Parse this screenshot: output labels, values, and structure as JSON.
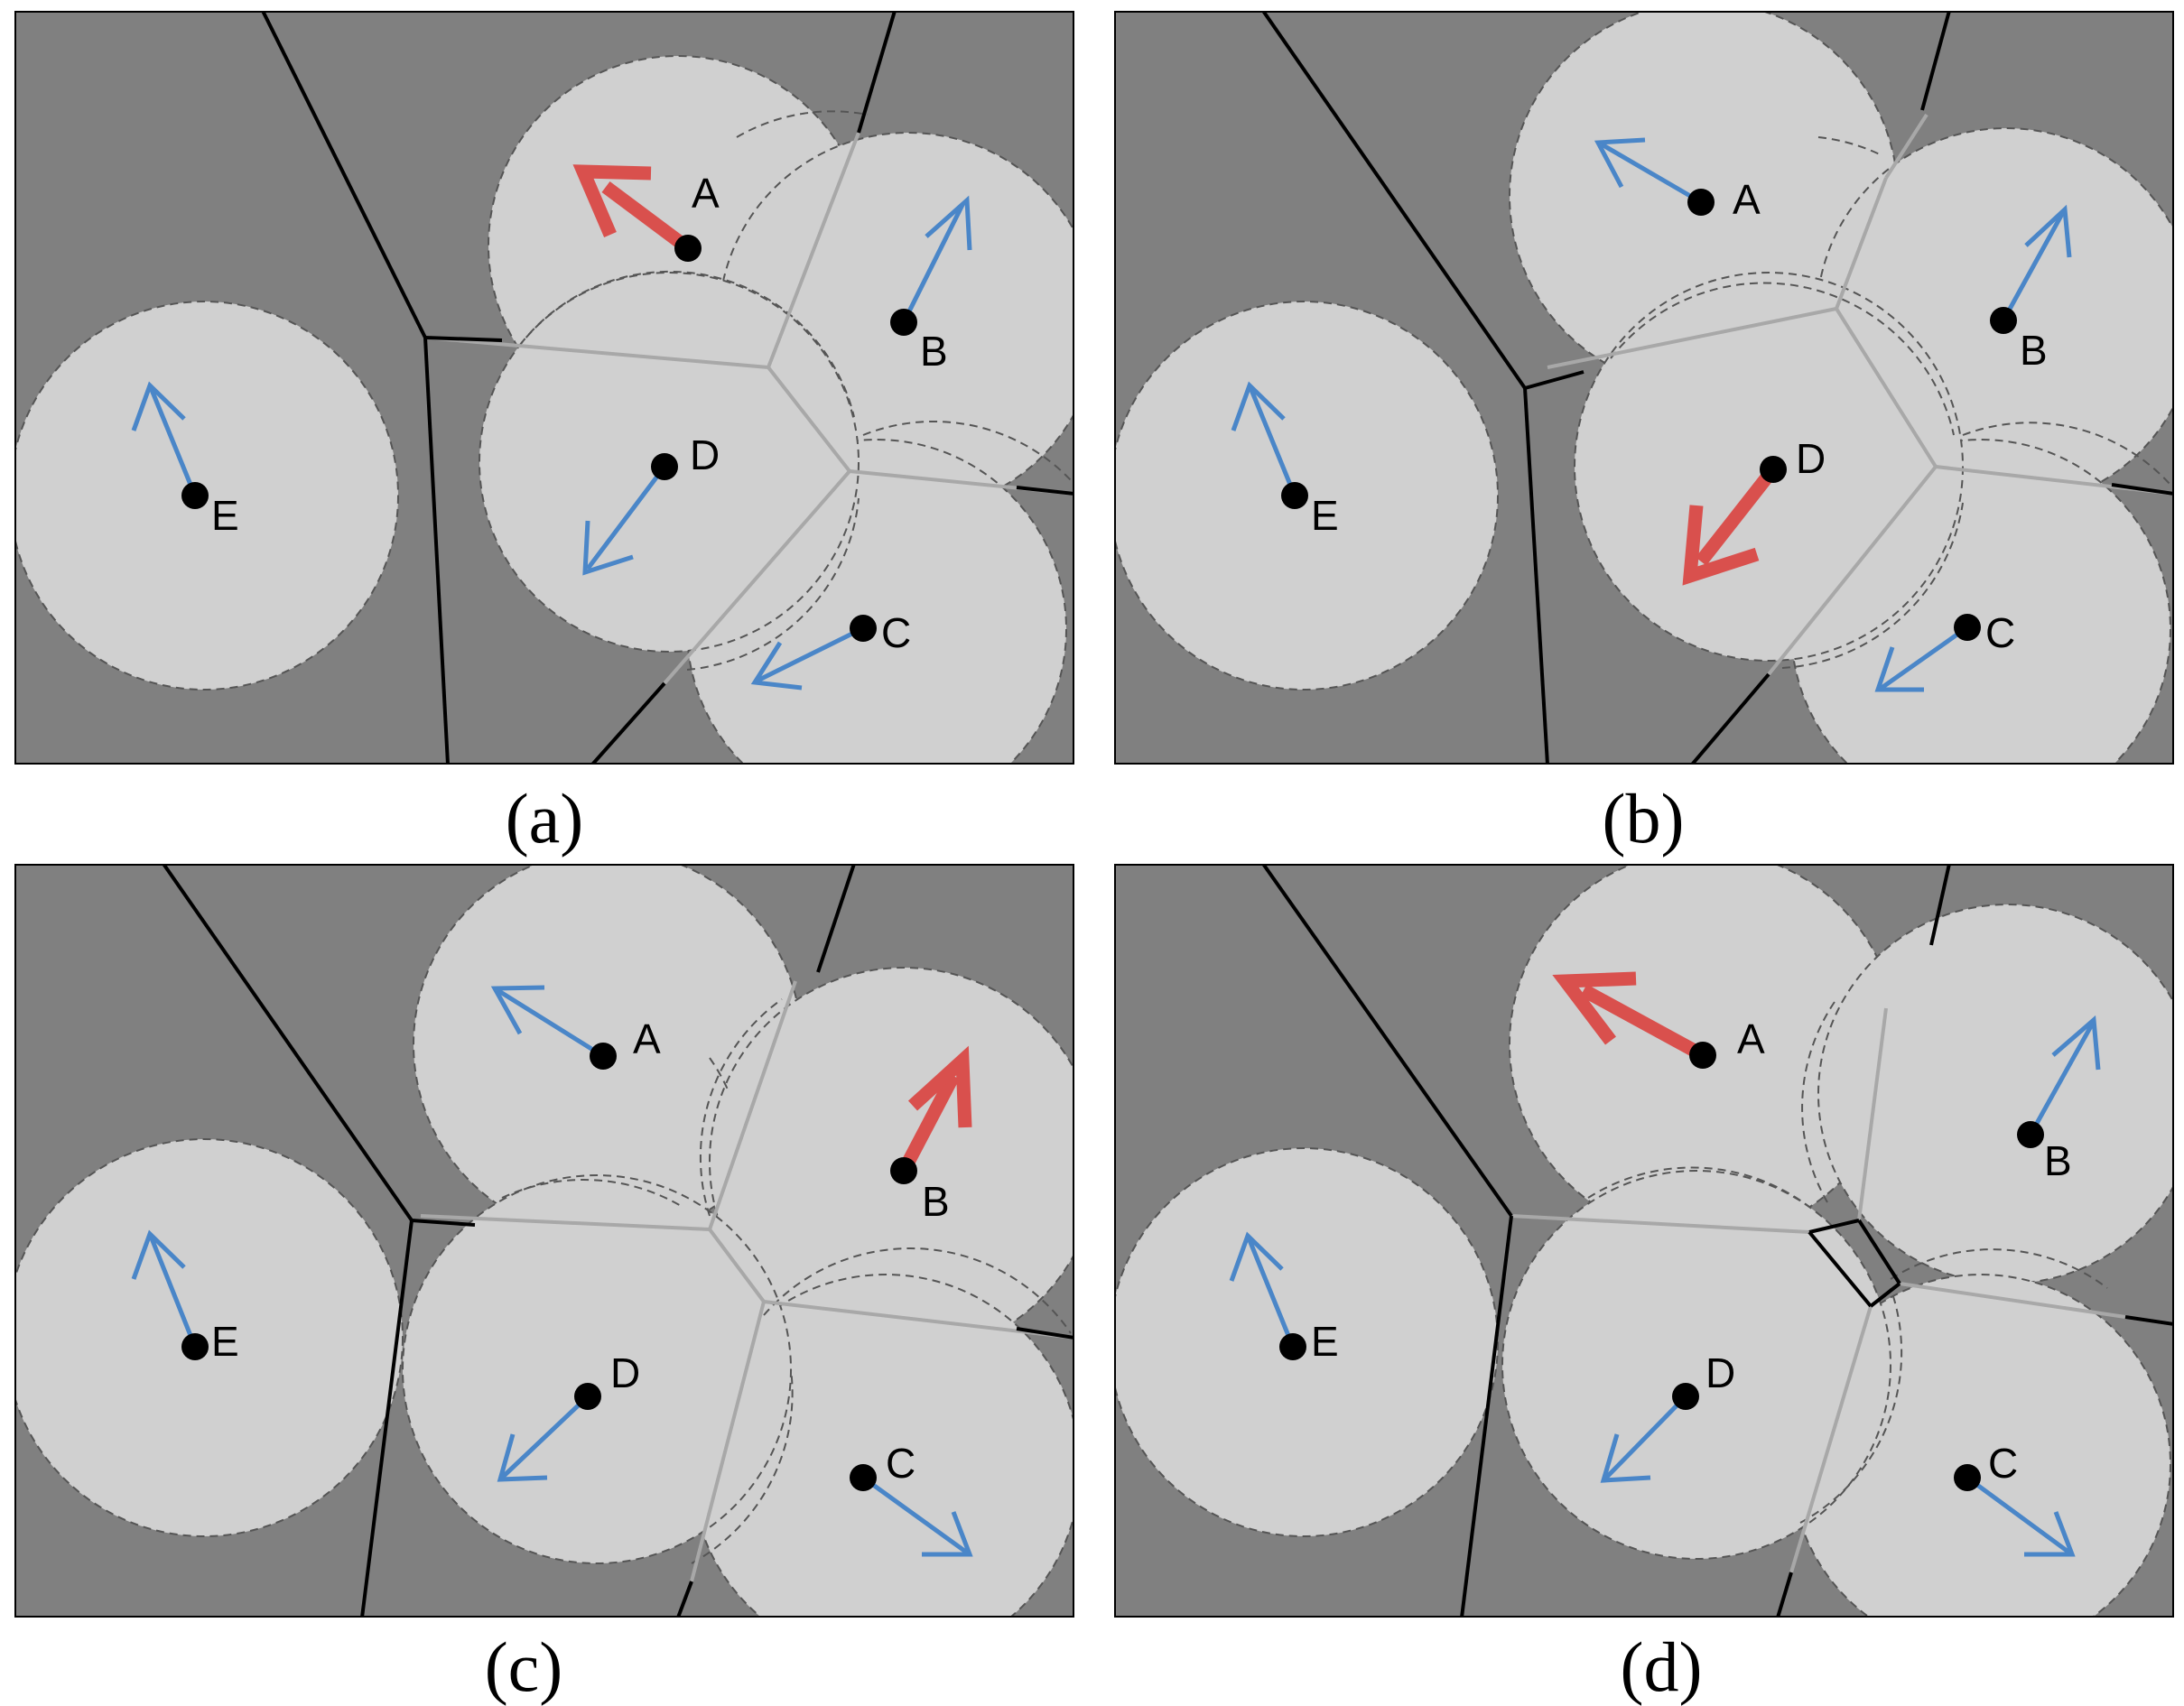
{
  "colors": {
    "background": "#808080",
    "circle_fill": "#d0d0d0",
    "cell_edge": "#000000",
    "inner_edge": "#a8a8a8",
    "circle_outline": "#555555",
    "blue_arrow": "#4a86c8",
    "red_arrow": "#d9504d",
    "node": "#000000"
  },
  "panels": [
    {
      "caption": "(a)",
      "highlighted": "A",
      "nodes": [
        {
          "label": "A"
        },
        {
          "label": "B"
        },
        {
          "label": "C"
        },
        {
          "label": "D"
        },
        {
          "label": "E"
        }
      ]
    },
    {
      "caption": "(b)",
      "highlighted": "D",
      "nodes": [
        {
          "label": "A"
        },
        {
          "label": "B"
        },
        {
          "label": "C"
        },
        {
          "label": "D"
        },
        {
          "label": "E"
        }
      ]
    },
    {
      "caption": "(c)",
      "highlighted": "B",
      "nodes": [
        {
          "label": "A"
        },
        {
          "label": "B"
        },
        {
          "label": "C"
        },
        {
          "label": "D"
        },
        {
          "label": "E"
        }
      ]
    },
    {
      "caption": "(d)",
      "highlighted": "A",
      "nodes": [
        {
          "label": "A"
        },
        {
          "label": "B"
        },
        {
          "label": "C"
        },
        {
          "label": "D"
        },
        {
          "label": "E"
        }
      ]
    }
  ]
}
